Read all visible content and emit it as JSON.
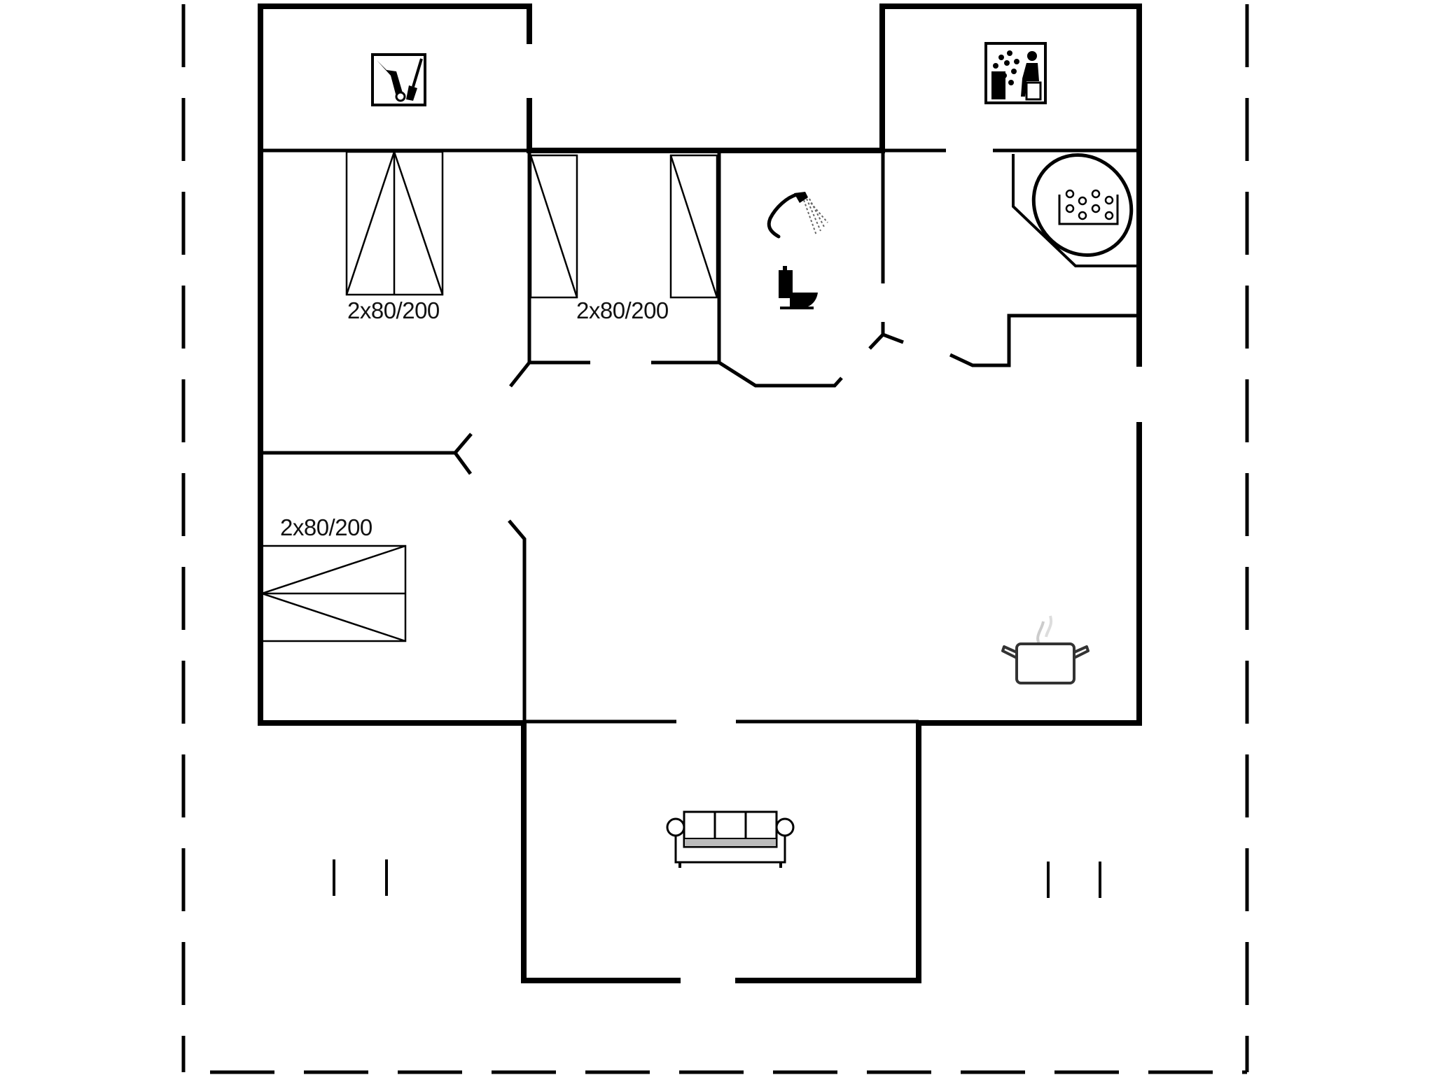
{
  "plan": {
    "type": "floor-plan",
    "background": "#ffffff",
    "line_color": "#000000",
    "rooms": [
      {
        "id": "utility",
        "icon": "broom-cleaning-icon"
      },
      {
        "id": "sauna",
        "icon": "sauna-icon"
      },
      {
        "id": "bedroom-1",
        "bed_label": "2x80/200"
      },
      {
        "id": "bedroom-2",
        "bed_label": "2x80/200"
      },
      {
        "id": "bedroom-3",
        "bed_label": "2x80/200"
      },
      {
        "id": "bathroom",
        "icons": [
          "shower-icon",
          "toilet-icon"
        ]
      },
      {
        "id": "spa-bathroom",
        "icon": "whirlpool-bathtub-icon"
      },
      {
        "id": "kitchen-living",
        "icon": "cooking-pot-icon"
      },
      {
        "id": "living-room",
        "icon": "sofa-icon"
      }
    ]
  },
  "labels": {
    "bed_1": "2x80/200",
    "bed_2": "2x80/200",
    "bed_3": "2x80/200"
  }
}
